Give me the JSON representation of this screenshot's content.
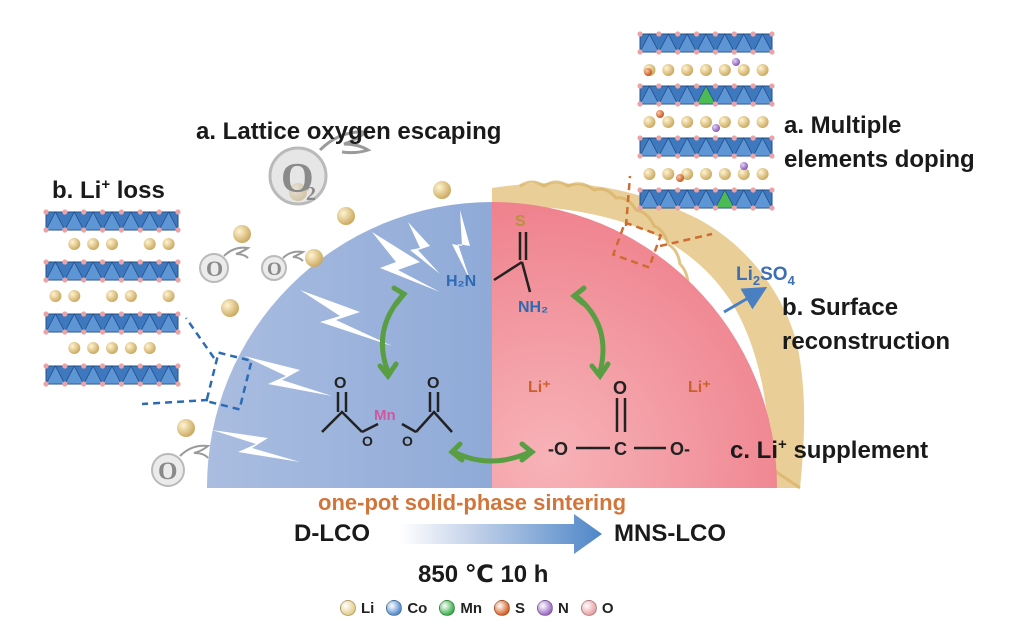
{
  "left_labels": {
    "lattice_oxygen": "a. Lattice oxygen escaping",
    "li_loss_prefix": "b. Li",
    "li_loss_sup": "+",
    "li_loss_suffix": " loss"
  },
  "right_labels": {
    "doping_line1": "a. Multiple",
    "doping_line2": "elements doping",
    "surface_line1": "b. Surface",
    "surface_line2": "reconstruction",
    "supplement_prefix": "c. Li",
    "supplement_sup": "+",
    "supplement_suffix": " supplement",
    "li2so4_main": "Li",
    "li2so4_sub1": "2",
    "li2so4_mid": "SO",
    "li2so4_sub2": "4"
  },
  "o2_glyph": "O",
  "o2_sub": "2",
  "molecules": {
    "thiourea_s": "S",
    "thiourea_h2n": "H₂N",
    "thiourea_nh2": "NH₂",
    "acetate_o_top_left": "O",
    "acetate_o_top_right": "O",
    "acetate_o_bridge_left": "O",
    "acetate_o_bridge_right": "O",
    "mn": "Mn",
    "carbonate_o_top": "O",
    "carbonate_c": "C",
    "carbonate_o_left": "-O",
    "carbonate_o_right": "O-",
    "li_left": "Li⁺",
    "li_right": "Li⁺"
  },
  "process": {
    "method": "one-pot solid-phase sintering",
    "from": "D-LCO",
    "to": "MNS-LCO",
    "condition": "850 ℃ 10 h"
  },
  "legend": [
    {
      "label": "Li",
      "color": "#e6cf8c"
    },
    {
      "label": "Co",
      "color": "#5a8fce"
    },
    {
      "label": "Mn",
      "color": "#3fb14f"
    },
    {
      "label": "S",
      "color": "#d8662b"
    },
    {
      "label": "N",
      "color": "#9e6fc7"
    },
    {
      "label": "O",
      "color": "#eaa3a6"
    }
  ],
  "colors": {
    "left_half": "#9fb6dc",
    "right_half": "#f08f98",
    "coating": "#e7c98f",
    "arrow_green": "#5a9e44",
    "method_orange": "#d2753b",
    "dashed_blue": "#2b6cb5",
    "dashed_orange": "#cd6b32",
    "nitrogen_blue": "#2d6ab4",
    "mn_pink": "#d0579f",
    "li_orange": "#c95f2a"
  }
}
